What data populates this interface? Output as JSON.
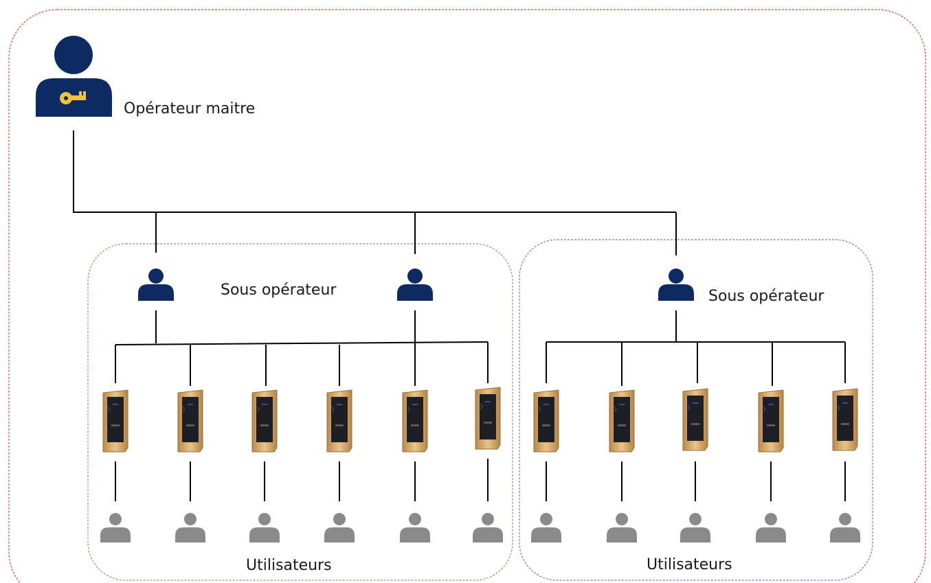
{
  "labels": {
    "master_operator": "Opérateur maitre",
    "sub_operator_1": "Sous opérateur",
    "sub_operator_2": "Sous opérateur",
    "users_group_1": "Utilisateurs",
    "users_group_2": "Utilisateurs"
  },
  "colors": {
    "outer_border": "#e0443c",
    "group1_border": "#8a9a6a",
    "group2_border": "#7a74c8",
    "operator_navy": "#0d2a63",
    "key_gold": "#f3c23a",
    "user_gray": "#8a8a8a",
    "lock_gold": "#d4a863",
    "lock_panel": "#1e1f24",
    "connector": "#000000"
  },
  "icons": {
    "master": "master-operator-key-icon",
    "sub_operator": "person-icon",
    "lock": "cabinet-lock-icon",
    "user": "user-icon"
  },
  "groups": [
    {
      "sub_operators": 2,
      "locks": 6,
      "users": 6
    },
    {
      "sub_operators": 1,
      "locks": 5,
      "users": 5
    }
  ]
}
